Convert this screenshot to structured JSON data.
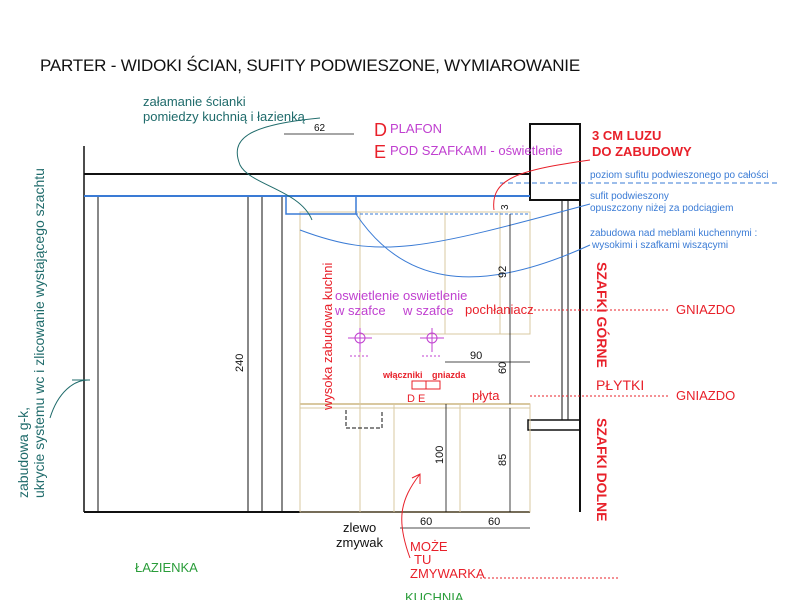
{
  "title": "PARTER - WIDOKI ŚCIAN, SUFITY PODWIESZONE, WYMIAROWANIE",
  "notes": {
    "bend_line1": "załamanie ścianki",
    "bend_line2": "pomiedzy kuchnią i łazienką",
    "plafon_letter": "D",
    "plafon": "PLAFON",
    "under_letter": "E",
    "under": "POD SZAFKAMI - oświetlenie",
    "gap_line1": "3 CM LUZU",
    "gap_line2": "DO ZABUDOWY",
    "ceiling_level": "poziom sufitu podwieszonego po całości",
    "susp_line1": "sufit podwieszony",
    "susp_line2": "opuszczony niżej za podciągiem",
    "built_line1": "zabudowa nad meblami kuchennymi :",
    "built_line2": "wysokimi i szafkami wiszącymi",
    "gk_line1": "zabudowa g-k,",
    "gk_line2": "ukrycie systemu wc i zlicowanie wystającego szachtu",
    "tall_kitchen": "wysoka zabudowa kuchni",
    "light1_line1": "oswietlenie",
    "light1_line2": "w szafce",
    "light2_line1": "oswietlenie",
    "light2_line2": "w szafce",
    "hood": "pochłaniacz",
    "switches": "włączniki",
    "socket": "gniazda",
    "de_label": "D E",
    "hob": "płyta",
    "sink_line1": "zlewo",
    "sink_line2": "zmywak",
    "dw_line1": "MOŻE",
    "dw_line2": "TU",
    "dw_line3": "ZMYWARKA",
    "upper_cab": "SZAFKI GÓRNE",
    "tiles": "PŁYTKI",
    "lower_cab": "SZAFKI DOLNE",
    "outlet1": "GNIAZDO",
    "outlet2": "GNIAZDO",
    "bathroom": "ŁAZIENKA",
    "kitchen": "KUCHNIA"
  },
  "dims": {
    "d62": "62",
    "d3": "3",
    "d92": "92",
    "d240": "240",
    "d90": "90",
    "d60_mid": "60",
    "d100": "100",
    "d85": "85",
    "d60_b1": "60",
    "d60_b2": "60"
  },
  "colors": {
    "red": "#e8202a",
    "magenta": "#c040d0",
    "blue": "#3a7bd5",
    "teal": "#1f6b6b",
    "green": "#2a9d3a",
    "tan": "#d9c8a0",
    "ink": "#111111"
  }
}
